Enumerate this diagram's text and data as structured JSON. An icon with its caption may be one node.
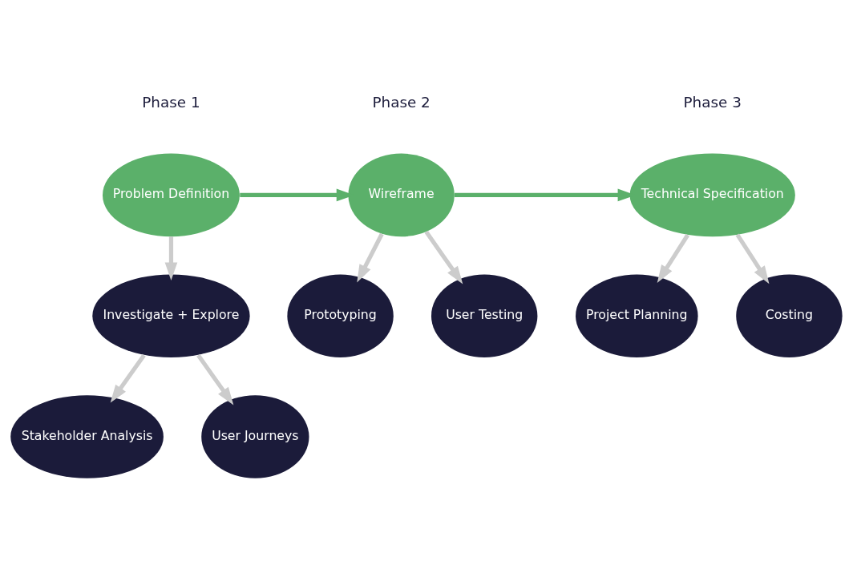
{
  "diagram": {
    "nodes": [
      {
        "text": [
          "Problem Definition"
        ],
        "beside": [
          "Phase 1"
        ]
      },
      {
        "text": [
          "Investigate + Explore"
        ]
      },
      {
        "text": [
          "Stakeholder Analysis"
        ]
      },
      {
        "text": [
          "User Journeys"
        ]
      },
      {
        "text": [
          "Wireframe"
        ],
        "beside": [
          "Phase 2"
        ]
      },
      {
        "text": [
          "Prototyping"
        ]
      },
      {
        "text": [
          "User Testing"
        ]
      },
      {
        "text": [
          "Technical Specification"
        ],
        "beside": [
          "Phase 3"
        ]
      },
      {
        "text": [
          "Project Planning"
        ]
      },
      {
        "text": [
          "Costing"
        ]
      }
    ],
    "edges": [
      {
        "from": 0,
        "to": 4,
        "arrow": "to",
        "color": "#5bb06a"
      },
      {
        "from": 4,
        "to": 7,
        "arrow": "to",
        "color": "#5bb06a"
      },
      {
        "from": 0,
        "to": 1,
        "arrow": "to"
      },
      {
        "from": 1,
        "to": 2,
        "arrow": "to"
      },
      {
        "from": 1,
        "to": 3,
        "arrow": "to"
      },
      {
        "from": 4,
        "to": 5,
        "arrow": "to"
      },
      {
        "from": 4,
        "to": 6,
        "arrow": "to"
      },
      {
        "from": 7,
        "to": 8,
        "arrow": "to"
      },
      {
        "from": 7,
        "to": 9,
        "arrow": "to"
      }
    ]
  }
}
